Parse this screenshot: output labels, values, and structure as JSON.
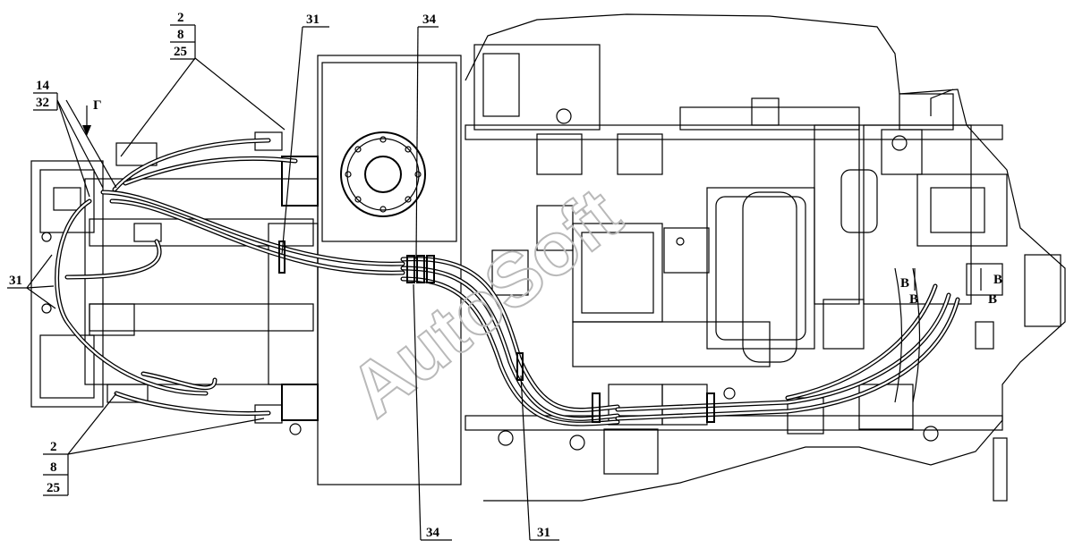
{
  "drawing": {
    "watermark": "AutoSoft",
    "view_marker": "Г",
    "callouts": {
      "top_left_stack": [
        "2",
        "8",
        "25"
      ],
      "left_stack": [
        "14",
        "32"
      ],
      "left_single": "31",
      "bottom_left_stack": [
        "2",
        "8",
        "25"
      ],
      "top_31": "31",
      "top_34": "34",
      "bottom_34": "34",
      "bottom_31": "31"
    },
    "section_markers": [
      "В",
      "В",
      "В",
      "В"
    ]
  }
}
